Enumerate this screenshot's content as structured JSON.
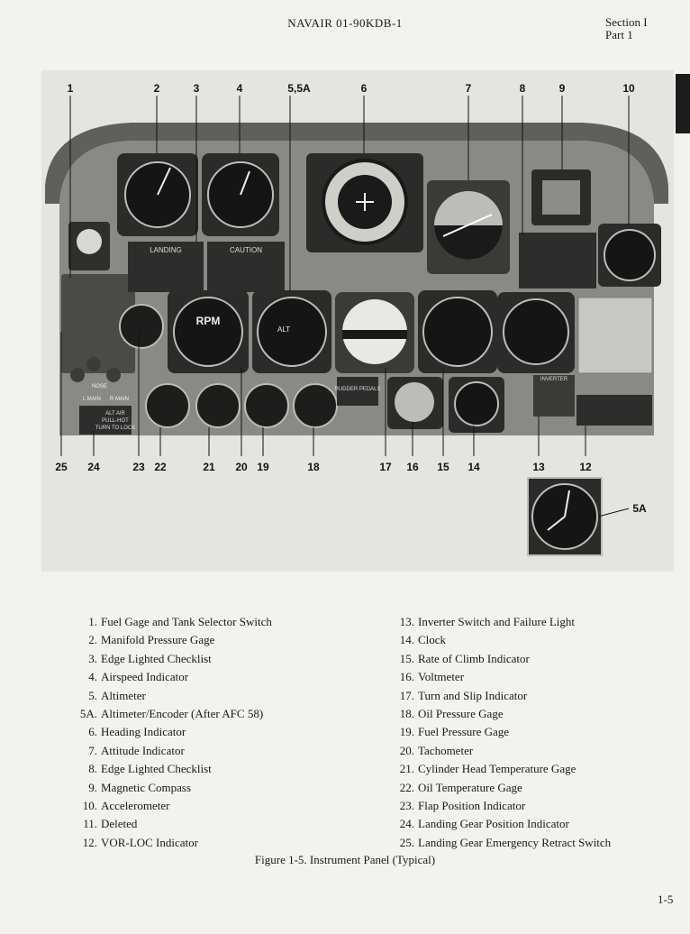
{
  "header": {
    "doc_number": "NAVAIR 01-90KDB-1",
    "section": "Section I",
    "part": "Part 1"
  },
  "photo": {
    "callouts_top": [
      "1",
      "2",
      "3",
      "4",
      "5,5A",
      "6",
      "7",
      "8",
      "9",
      "10"
    ],
    "callouts_bottom": [
      "25",
      "24",
      "23",
      "22",
      "21",
      "20",
      "19",
      "18",
      "17",
      "16",
      "15",
      "14",
      "13",
      "12"
    ],
    "inset_callout": "5A",
    "placards": {
      "landing": "LANDING",
      "caution": "CAUTION",
      "rpm": "RPM",
      "alt": "ALT",
      "nose": "NOSE",
      "l_main": "L MAIN",
      "r_main": "R MAIN",
      "rudder_pedals": "RUDDER PEDALS",
      "alt_air": "ALT AIR",
      "pull_hot": "PULL-HOT",
      "turn_to_lock": "TURN TO LOCK",
      "inverter": "INVERTER"
    }
  },
  "legend_left": [
    {
      "num": "1.",
      "text": "Fuel Gage and Tank Selector Switch"
    },
    {
      "num": "2.",
      "text": "Manifold Pressure Gage"
    },
    {
      "num": "3.",
      "text": "Edge Lighted Checklist"
    },
    {
      "num": "4.",
      "text": "Airspeed Indicator"
    },
    {
      "num": "5.",
      "text": "Altimeter"
    },
    {
      "num": "5A.",
      "text": "Altimeter/Encoder (After AFC 58)"
    },
    {
      "num": "6.",
      "text": "Heading Indicator"
    },
    {
      "num": "7.",
      "text": "Attitude Indicator"
    },
    {
      "num": "8.",
      "text": "Edge Lighted Checklist"
    },
    {
      "num": "9.",
      "text": "Magnetic Compass"
    },
    {
      "num": "10.",
      "text": "Accelerometer"
    },
    {
      "num": "11.",
      "text": "Deleted"
    },
    {
      "num": "12.",
      "text": "VOR-LOC Indicator"
    }
  ],
  "legend_right": [
    {
      "num": "13.",
      "text": "Inverter Switch and Failure Light"
    },
    {
      "num": "14.",
      "text": "Clock"
    },
    {
      "num": "15.",
      "text": "Rate of Climb Indicator"
    },
    {
      "num": "16.",
      "text": "Voltmeter"
    },
    {
      "num": "17.",
      "text": "Turn and Slip Indicator"
    },
    {
      "num": "18.",
      "text": "Oil Pressure Gage"
    },
    {
      "num": "19.",
      "text": "Fuel Pressure Gage"
    },
    {
      "num": "20.",
      "text": "Tachometer"
    },
    {
      "num": "21.",
      "text": "Cylinder Head Temperature Gage"
    },
    {
      "num": "22.",
      "text": "Oil Temperature Gage"
    },
    {
      "num": "23.",
      "text": "Flap Position Indicator"
    },
    {
      "num": "24.",
      "text": "Landing Gear Position Indicator"
    },
    {
      "num": "25.",
      "text": "Landing Gear Emergency Retract Switch"
    }
  ],
  "caption": "Figure 1-5. Instrument Panel (Typical)",
  "page_number": "1-5"
}
